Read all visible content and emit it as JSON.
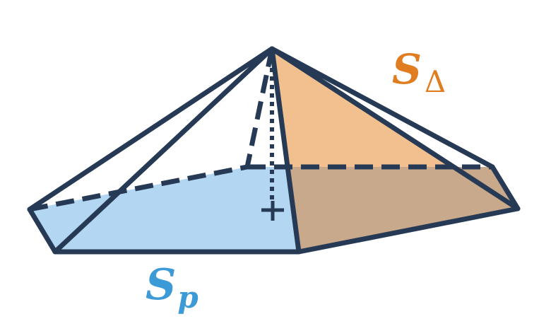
{
  "labels": {
    "lateral_face_symbol": "S",
    "lateral_face_subscript": "Δ",
    "base_symbol": "S",
    "base_subscript": "p"
  },
  "colors": {
    "edge": "#263a55",
    "base_fill": "#b3d6f2",
    "lateral_face_fill": "#f2c08f",
    "overlap_fill": "#c9a98b",
    "lateral_label": "#e07d20",
    "base_label": "#3c9ad6"
  }
}
